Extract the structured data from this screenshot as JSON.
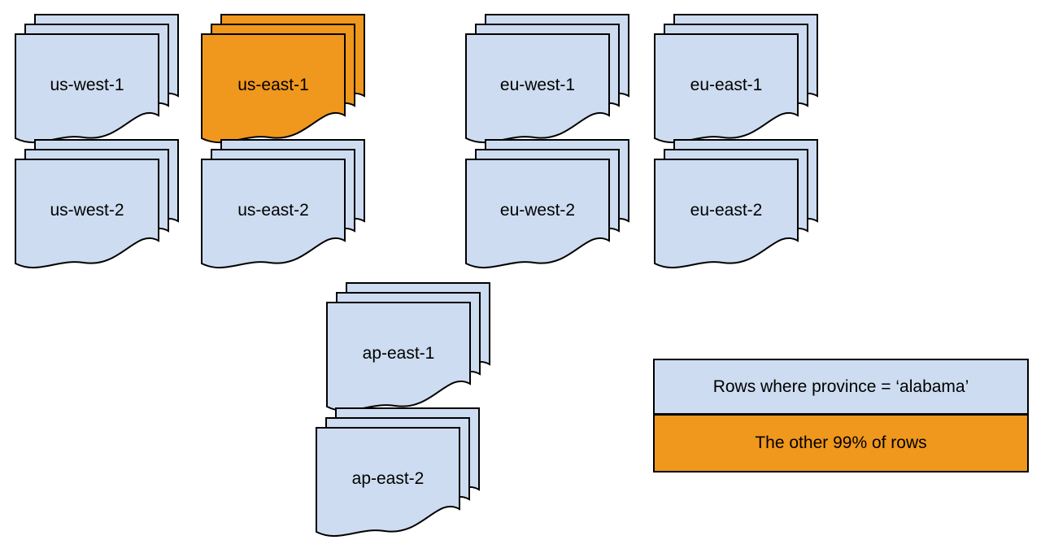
{
  "colors": {
    "blue": "#cddcf0",
    "orange": "#f0971d",
    "stroke": "#000000",
    "background": "#ffffff"
  },
  "stacks": [
    {
      "label": "us-west-1",
      "variant": "blue"
    },
    {
      "label": "us-east-1",
      "variant": "orange"
    },
    {
      "label": "eu-west-1",
      "variant": "blue"
    },
    {
      "label": "eu-east-1",
      "variant": "blue"
    },
    {
      "label": "us-west-2",
      "variant": "blue"
    },
    {
      "label": "us-east-2",
      "variant": "blue"
    },
    {
      "label": "eu-west-2",
      "variant": "blue"
    },
    {
      "label": "eu-east-2",
      "variant": "blue"
    },
    {
      "label": "ap-east-1",
      "variant": "blue"
    },
    {
      "label": "ap-east-2",
      "variant": "blue"
    }
  ],
  "legend": {
    "items": [
      {
        "label": "Rows where province = ‘alabama’",
        "variant": "blue"
      },
      {
        "label": "The other 99% of rows",
        "variant": "orange"
      }
    ]
  }
}
